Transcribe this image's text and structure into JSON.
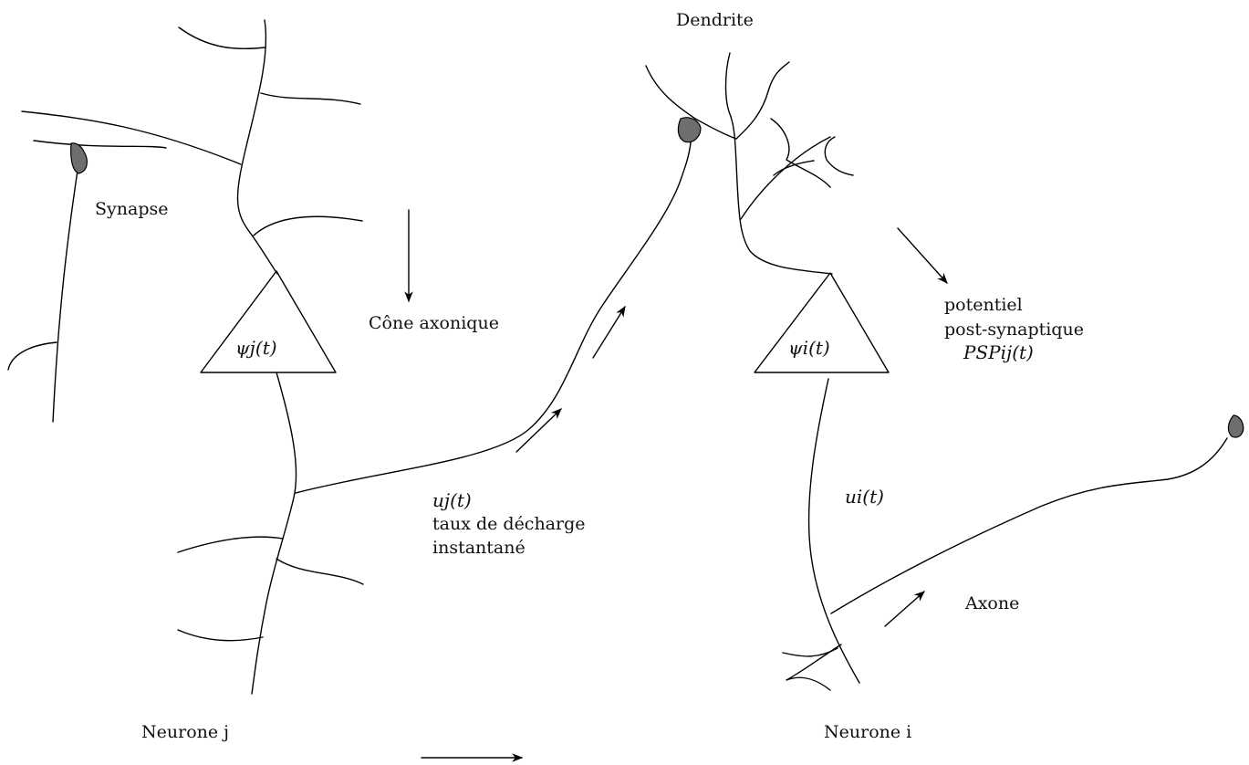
{
  "labels": {
    "synapse": "Synapse",
    "cone_axonique": "Cône axonique",
    "dendrite": "Dendrite",
    "potentiel_line1": "potentiel",
    "potentiel_line2": "post-synaptique",
    "psp": "PSPij(t)",
    "psi_j": "ψj(t)",
    "psi_i": "ψi(t)",
    "u_j": "uj(t)",
    "taux_line1": "taux de décharge",
    "taux_line2": "instantané",
    "u_i": "ui(t)",
    "axone": "Axone",
    "neurone_j": "Neurone j",
    "neurone_i": "Neurone i"
  },
  "colors": {
    "line": "#000000",
    "synapse_fill": "#6e6e6e",
    "background": "#ffffff"
  }
}
